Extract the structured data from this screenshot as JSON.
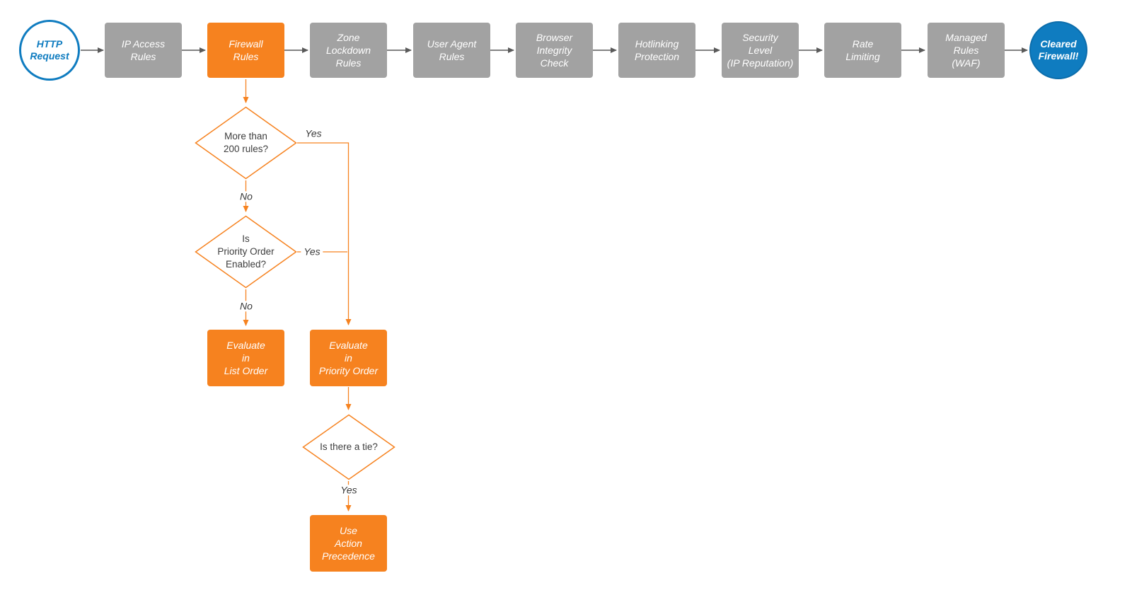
{
  "pipeline": {
    "start": {
      "label": "HTTP\nRequest"
    },
    "steps": [
      {
        "label": "IP Access\nRules",
        "highlight": false
      },
      {
        "label": "Firewall\nRules",
        "highlight": true
      },
      {
        "label": "Zone\nLockdown\nRules",
        "highlight": false
      },
      {
        "label": "User Agent\nRules",
        "highlight": false
      },
      {
        "label": "Browser\nIntegrity\nCheck",
        "highlight": false
      },
      {
        "label": "Hotlinking\nProtection",
        "highlight": false
      },
      {
        "label": "Security\nLevel\n(IP Reputation)",
        "highlight": false
      },
      {
        "label": "Rate\nLimiting",
        "highlight": false
      },
      {
        "label": "Managed\nRules\n(WAF)",
        "highlight": false
      }
    ],
    "end": {
      "label": "Cleared\nFirewall!"
    }
  },
  "firewall_branch": {
    "decision_rules_count": {
      "label": "More than\n200 rules?",
      "yes_label": "Yes",
      "no_label": "No"
    },
    "decision_priority_enabled": {
      "label": "Is\nPriority Order\nEnabled?",
      "yes_label": "Yes",
      "no_label": "No"
    },
    "decision_tie": {
      "label": "Is there a tie?",
      "yes_label": "Yes"
    },
    "evaluate_list_order": {
      "label": "Evaluate\nin\nList Order"
    },
    "evaluate_priority_order": {
      "label": "Evaluate\nin\nPriority Order"
    },
    "use_action_precedence": {
      "label": "Use\nAction\nPrecedence"
    }
  },
  "colors": {
    "orange": "#F6821F",
    "gray": "#A2A2A2",
    "blue": "#0F7CC0",
    "arrow_gray": "#5A5A5A"
  }
}
